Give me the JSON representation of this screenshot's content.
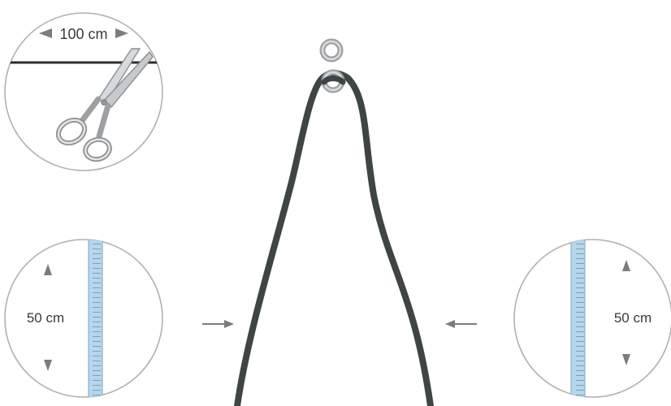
{
  "labels": {
    "cut_length": "100 cm",
    "left_length": "50 cm",
    "right_length": "50 cm"
  },
  "colors": {
    "cord": "#3f4444",
    "ring": "#b9bcbf",
    "ruler": "#b5d7ee",
    "circle_stroke": "#b0b0b0",
    "arrow": "#7c7c7c"
  },
  "icons": [
    "scissors-icon",
    "metal-ring-icon",
    "ruler-icon",
    "arrow-up-icon",
    "arrow-down-icon",
    "arrow-left-icon",
    "arrow-right-icon"
  ]
}
